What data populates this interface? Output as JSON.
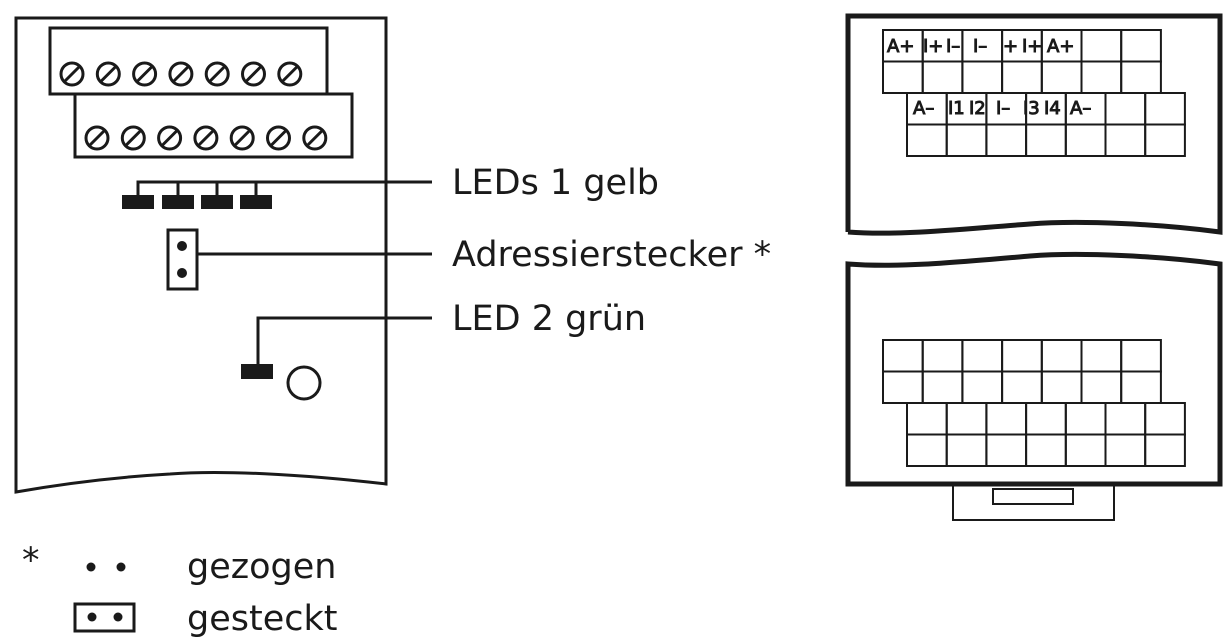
{
  "labels": {
    "leds_yellow": "LEDs 1 gelb",
    "address_plug": "Adressierstecker *",
    "led_green": "LED 2 grün"
  },
  "legend": {
    "marker": "*",
    "pulled": "gezogen",
    "plugged": "gesteckt"
  },
  "terminal_block": {
    "upper_row": [
      "A+",
      "I+",
      "I–",
      "I–",
      "+",
      "I+",
      "A+",
      "",
      ""
    ],
    "lower_row": [
      "A–",
      "I1",
      "I2",
      "I–",
      "I3",
      "I4",
      "A–",
      "",
      ""
    ]
  }
}
